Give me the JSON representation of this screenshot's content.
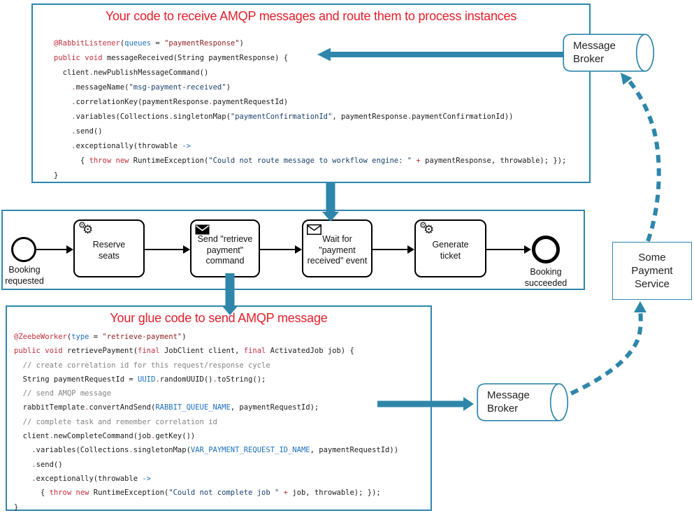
{
  "colors": {
    "accent": "#2e86ab",
    "title_red": "#e41e2a"
  },
  "titles": {
    "top": "Your code to receive AMQP messages and route them to process instances",
    "bottom": "Your glue code to send AMQP message"
  },
  "code_top": [
    [
      {
        "t": "@RabbitListener",
        "c": "k"
      },
      {
        "t": "(",
        "c": "p"
      },
      {
        "t": "queues",
        "c": "a"
      },
      {
        "t": " = ",
        "c": "p"
      },
      {
        "t": "\"paymentResponse\"",
        "c": "m"
      },
      {
        "t": ")",
        "c": "p"
      }
    ],
    [
      {
        "t": "public void",
        "c": "k"
      },
      {
        "t": " messageReceived(String paymentResponse) {",
        "c": "p"
      }
    ],
    [
      {
        "t": "  client",
        "c": "p"
      },
      {
        "t": ".",
        "c": "d"
      },
      {
        "t": "newPublishMessageCommand()",
        "c": "p"
      }
    ],
    [
      {
        "t": "    ",
        "c": "p"
      },
      {
        "t": ".",
        "c": "d"
      },
      {
        "t": "messageName(",
        "c": "p"
      },
      {
        "t": "\"msg-payment-received\"",
        "c": "s"
      },
      {
        "t": ")",
        "c": "p"
      }
    ],
    [
      {
        "t": "    ",
        "c": "p"
      },
      {
        "t": ".",
        "c": "d"
      },
      {
        "t": "correlationKey(paymentResponse",
        "c": "p"
      },
      {
        "t": ".",
        "c": "d"
      },
      {
        "t": "paymentRequestId)",
        "c": "p"
      }
    ],
    [
      {
        "t": "    ",
        "c": "p"
      },
      {
        "t": ".",
        "c": "d"
      },
      {
        "t": "variables(Collections",
        "c": "p"
      },
      {
        "t": ".",
        "c": "d"
      },
      {
        "t": "singletonMap(",
        "c": "p"
      },
      {
        "t": "\"paymentConfirmationId\"",
        "c": "s"
      },
      {
        "t": ", paymentResponse",
        "c": "p"
      },
      {
        "t": ".",
        "c": "d"
      },
      {
        "t": "paymentConfirmationId))",
        "c": "p"
      }
    ],
    [
      {
        "t": "    ",
        "c": "p"
      },
      {
        "t": ".",
        "c": "d"
      },
      {
        "t": "send()",
        "c": "p"
      }
    ],
    [
      {
        "t": "    ",
        "c": "p"
      },
      {
        "t": ".",
        "c": "d"
      },
      {
        "t": "exceptionally(throwable ",
        "c": "p"
      },
      {
        "t": "->",
        "c": "a"
      }
    ],
    [
      {
        "t": "      { ",
        "c": "p"
      },
      {
        "t": "throw new",
        "c": "k"
      },
      {
        "t": " RuntimeException(",
        "c": "p"
      },
      {
        "t": "\"Could not route message to workflow engine: \"",
        "c": "s"
      },
      {
        "t": " ",
        "c": "p"
      },
      {
        "t": "+",
        "c": "k"
      },
      {
        "t": " paymentResponse, throwable); });",
        "c": "p"
      }
    ],
    [
      {
        "t": "}",
        "c": "p"
      }
    ]
  ],
  "code_bottom": [
    [
      {
        "t": "@ZeebeWorker",
        "c": "k"
      },
      {
        "t": "(",
        "c": "p"
      },
      {
        "t": "type",
        "c": "a"
      },
      {
        "t": " = ",
        "c": "p"
      },
      {
        "t": "\"retrieve-payment\"",
        "c": "m"
      },
      {
        "t": ")",
        "c": "p"
      }
    ],
    [
      {
        "t": "public void",
        "c": "k"
      },
      {
        "t": " retrievePayment(",
        "c": "p"
      },
      {
        "t": "final",
        "c": "k"
      },
      {
        "t": " JobClient client, ",
        "c": "p"
      },
      {
        "t": "final",
        "c": "k"
      },
      {
        "t": " ActivatedJob job) {",
        "c": "p"
      }
    ],
    [
      {
        "t": "  // create correlation id for this request/response cycle",
        "c": "c"
      }
    ],
    [
      {
        "t": "  String paymentRequestId = ",
        "c": "p"
      },
      {
        "t": "UUID",
        "c": "a"
      },
      {
        "t": ".",
        "c": "d"
      },
      {
        "t": "randomUUID()",
        "c": "p"
      },
      {
        "t": ".",
        "c": "d"
      },
      {
        "t": "toString();",
        "c": "p"
      }
    ],
    [
      {
        "t": "  // send AMQP message",
        "c": "c"
      }
    ],
    [
      {
        "t": "  rabbitTemplate",
        "c": "p"
      },
      {
        "t": ".",
        "c": "d"
      },
      {
        "t": "convertAndSend(",
        "c": "p"
      },
      {
        "t": "RABBIT_QUEUE_NAME",
        "c": "a"
      },
      {
        "t": ", paymentRequestId);",
        "c": "p"
      }
    ],
    [
      {
        "t": "  // complete task and remember correlation id",
        "c": "c"
      }
    ],
    [
      {
        "t": "  client",
        "c": "p"
      },
      {
        "t": ".",
        "c": "d"
      },
      {
        "t": "newCompleteCommand(job",
        "c": "p"
      },
      {
        "t": ".",
        "c": "d"
      },
      {
        "t": "getKey())",
        "c": "p"
      }
    ],
    [
      {
        "t": "    ",
        "c": "p"
      },
      {
        "t": ".",
        "c": "d"
      },
      {
        "t": "variables(Collections",
        "c": "p"
      },
      {
        "t": ".",
        "c": "d"
      },
      {
        "t": "singletonMap(",
        "c": "p"
      },
      {
        "t": "VAR_PAYMENT_REQUEST_ID_NAME",
        "c": "a"
      },
      {
        "t": ", paymentRequestId))",
        "c": "p"
      }
    ],
    [
      {
        "t": "    ",
        "c": "p"
      },
      {
        "t": ".",
        "c": "d"
      },
      {
        "t": "send()",
        "c": "p"
      }
    ],
    [
      {
        "t": "    ",
        "c": "p"
      },
      {
        "t": ".",
        "c": "d"
      },
      {
        "t": "exceptionally(throwable ",
        "c": "p"
      },
      {
        "t": "->",
        "c": "a"
      }
    ],
    [
      {
        "t": "      { ",
        "c": "p"
      },
      {
        "t": "throw new",
        "c": "k"
      },
      {
        "t": " RuntimeException(",
        "c": "p"
      },
      {
        "t": "\"Could not complete job \"",
        "c": "s"
      },
      {
        "t": " ",
        "c": "p"
      },
      {
        "t": "+",
        "c": "k"
      },
      {
        "t": " job, throwable); });",
        "c": "p"
      }
    ],
    [
      {
        "t": "}",
        "c": "p"
      }
    ]
  ],
  "bpmn": {
    "start_label": [
      "Booking",
      "requested"
    ],
    "end_label": [
      "Booking",
      "succeeded"
    ],
    "tasks": [
      {
        "icon": "service",
        "label": [
          "Reserve",
          "seats"
        ]
      },
      {
        "icon": "send",
        "label": [
          "Send \"retrieve",
          "payment\"",
          "command"
        ]
      },
      {
        "icon": "receive",
        "label": [
          "Wait for",
          "\"payment",
          "received\" event"
        ]
      },
      {
        "icon": "service",
        "label": [
          "Generate",
          "ticket"
        ]
      }
    ]
  },
  "nodes": {
    "broker_top": [
      "Message",
      "Broker"
    ],
    "broker_bottom": [
      "Message",
      "Broker"
    ],
    "payment_service": [
      "Some",
      "Payment",
      "Service"
    ]
  }
}
